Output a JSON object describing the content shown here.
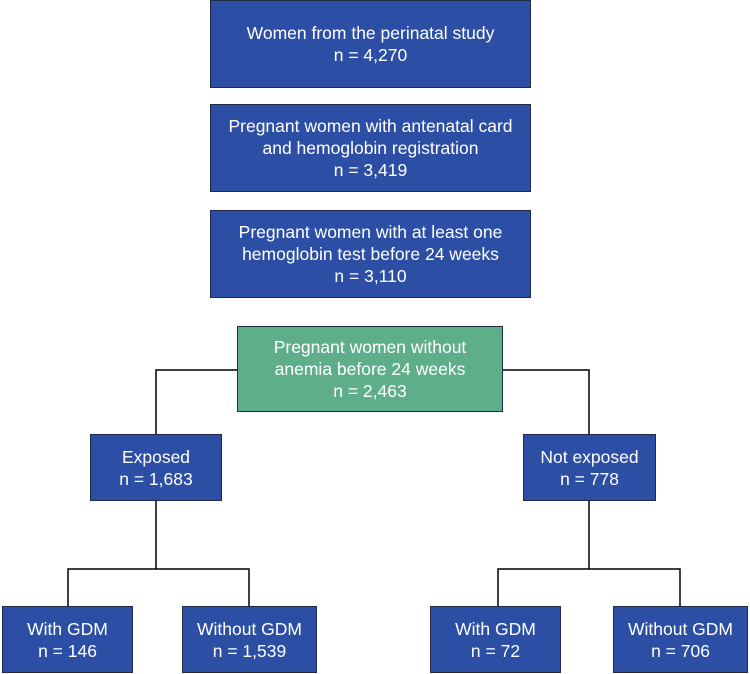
{
  "boxes": {
    "study": {
      "line1": "Women from the perinatal study",
      "line2": "n = 4,270"
    },
    "antenatal": {
      "line1": "Pregnant women with antenatal card",
      "line2": "and hemoglobin registration",
      "line3": "n = 3,419"
    },
    "hb_test": {
      "line1": "Pregnant women with at least one",
      "line2": "hemoglobin test before 24 weeks",
      "line3": "n = 3,110"
    },
    "no_anemia": {
      "line1": "Pregnant women without",
      "line2": "anemia before 24 weeks",
      "line3": "n = 2,463"
    },
    "exposed": {
      "line1": "Exposed",
      "line2": "n = 1,683"
    },
    "not_exposed": {
      "line1": "Not exposed",
      "line2": "n = 778"
    },
    "exposed_gdm": {
      "line1": "With GDM",
      "line2": "n = 146"
    },
    "exposed_no_gdm": {
      "line1": "Without GDM",
      "line2": "n = 1,539"
    },
    "not_exposed_gdm": {
      "line1": "With GDM",
      "line2": "n = 72"
    },
    "not_exposed_no_gdm": {
      "line1": "Without GDM",
      "line2": "n = 706"
    }
  },
  "colors": {
    "box_blue": "#2c4fa5",
    "box_green": "#5fae8a",
    "border": "#1f2a44",
    "connector": "#000000"
  }
}
